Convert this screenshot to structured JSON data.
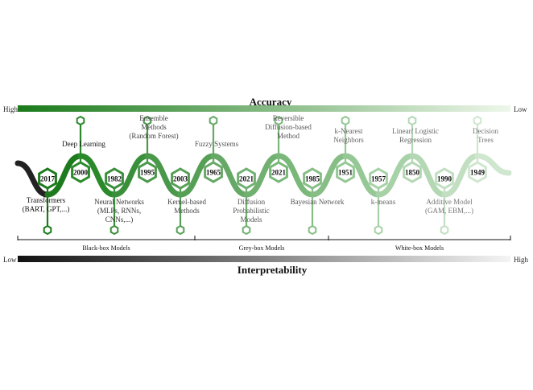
{
  "accuracy": {
    "title": "Accuracy",
    "high_label": "High",
    "low_label": "Low",
    "gradient_start": "#1a7a1a",
    "gradient_end": "#eef7ea"
  },
  "interpretability": {
    "title": "Interpretability",
    "low_label": "Low",
    "high_label": "High",
    "gradient_start": "#111111",
    "gradient_end": "#f4f4f4"
  },
  "groups": [
    {
      "label": "Black-box Models"
    },
    {
      "label": "Grey-box Models"
    },
    {
      "label": "White-box Models"
    }
  ],
  "milestones": [
    {
      "year": "2017",
      "label": [
        "Transformers",
        "(BART, GPT,...)"
      ],
      "position": "below",
      "color": "#1d7a1d",
      "label_color": "#111111"
    },
    {
      "year": "2000",
      "label": [
        "Deep Learning"
      ],
      "position": "above",
      "color": "#2a8a2a",
      "label_color": "#111111"
    },
    {
      "year": "1982",
      "label": [
        "Neural Networks",
        "(MLPs, RNNs,",
        "CNNs,...)"
      ],
      "position": "below",
      "color": "#3a8f3a",
      "label_color": "#333333"
    },
    {
      "year": "1995",
      "label": [
        "Ensemble",
        "Methods",
        "(Random Forest)"
      ],
      "position": "above",
      "color": "#4a984a",
      "label_color": "#444444"
    },
    {
      "year": "2003",
      "label": [
        "Kernel-based",
        "Methods"
      ],
      "position": "below",
      "color": "#56a056",
      "label_color": "#444444"
    },
    {
      "year": "1965",
      "label": [
        "Fuzzy Systems"
      ],
      "position": "above",
      "color": "#66a866",
      "label_color": "#555555"
    },
    {
      "year": "2021",
      "label": [
        "Diffusion",
        "Probabilistic",
        "Models"
      ],
      "position": "below",
      "color": "#72b072",
      "label_color": "#555555"
    },
    {
      "year": "2021",
      "label": [
        "Reversible",
        "Diffusion-based",
        "Method"
      ],
      "position": "above",
      "color": "#7ab87a",
      "label_color": "#555555"
    },
    {
      "year": "1985",
      "label": [
        "Bayesian Network"
      ],
      "position": "below",
      "color": "#86be86",
      "label_color": "#555555"
    },
    {
      "year": "1951",
      "label": [
        "k-Nearest",
        "Neighbors"
      ],
      "position": "above",
      "color": "#95c895",
      "label_color": "#666666"
    },
    {
      "year": "1957",
      "label": [
        "k-means"
      ],
      "position": "below",
      "color": "#a7d1a7",
      "label_color": "#666666"
    },
    {
      "year": "1850",
      "label": [
        "Linear/ Logistic",
        "Regression"
      ],
      "position": "above",
      "color": "#b4d8b4",
      "label_color": "#666666"
    },
    {
      "year": "1990",
      "label": [
        "Additive Model",
        "(GAM, EBM,...)"
      ],
      "position": "below",
      "color": "#c2dfc2",
      "label_color": "#777777"
    },
    {
      "year": "1949",
      "label": [
        "Decision",
        "Trees"
      ],
      "position": "above",
      "color": "#cfe6cf",
      "label_color": "#777777"
    }
  ]
}
